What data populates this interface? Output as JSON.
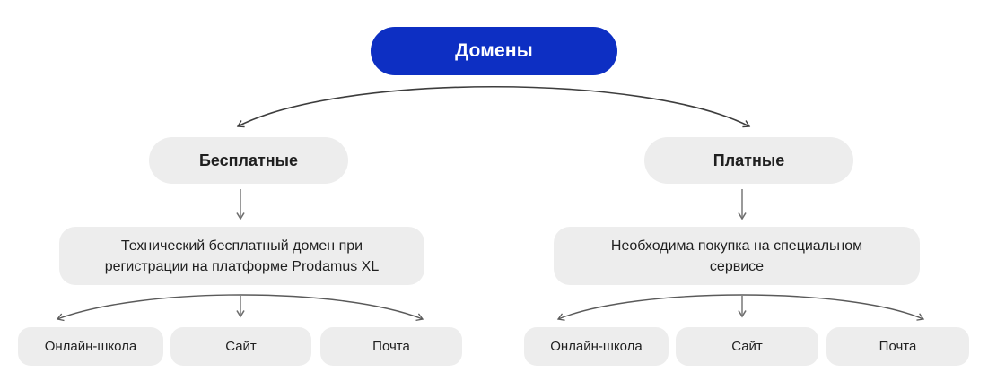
{
  "diagram": {
    "root": {
      "label": "Домены"
    },
    "branches": [
      {
        "label": "Бесплатные",
        "description": "Технический бесплатный домен при регистрации на платформе Prodamus XL",
        "desc_lines": [
          "Технический бесплатный домен при",
          "регистрации на платформе Prodamus XL"
        ],
        "children": [
          {
            "label": "Онлайн-школа"
          },
          {
            "label": "Сайт"
          },
          {
            "label": "Почта"
          }
        ]
      },
      {
        "label": "Платные",
        "description": "Необходима покупка на специальном сервисе",
        "desc_lines": [
          "Необходима покупка на специальном",
          "сервисе"
        ],
        "children": [
          {
            "label": "Онлайн-школа"
          },
          {
            "label": "Сайт"
          },
          {
            "label": "Почта"
          }
        ]
      }
    ],
    "colors": {
      "root_bg": "#0d2fc3",
      "root_text": "#ffffff",
      "node_bg": "#ededed",
      "node_text": "#1f1f1f",
      "arrow_dark": "#3d3d3d",
      "arrow_mid": "#5a5a5a",
      "arrow_gray": "#9a9a9a"
    }
  }
}
